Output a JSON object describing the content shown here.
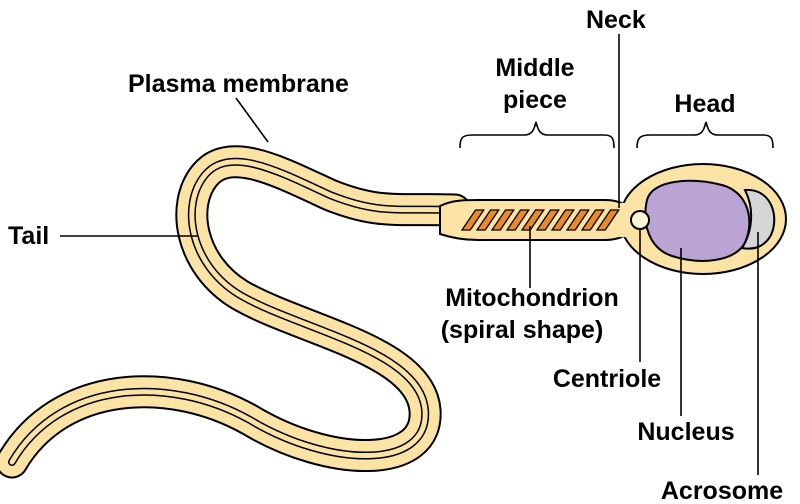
{
  "labels": {
    "neck": "Neck",
    "middle_piece_line1": "Middle",
    "middle_piece_line2": "piece",
    "head": "Head",
    "plasma_membrane": "Plasma membrane",
    "tail": "Tail",
    "mitochondrion_line1": "Mitochondrion",
    "mitochondrion_line2": "(spiral shape)",
    "centriole": "Centriole",
    "nucleus": "Nucleus",
    "acrosome": "Acrosome"
  },
  "colors": {
    "cell_fill": "#fbe3a6",
    "outline": "#000000",
    "mitochondrion": "#e8892a",
    "nucleus": "#b9a4d3",
    "acrosome": "#d6d6d6",
    "centriole": "#fdf3d6"
  }
}
